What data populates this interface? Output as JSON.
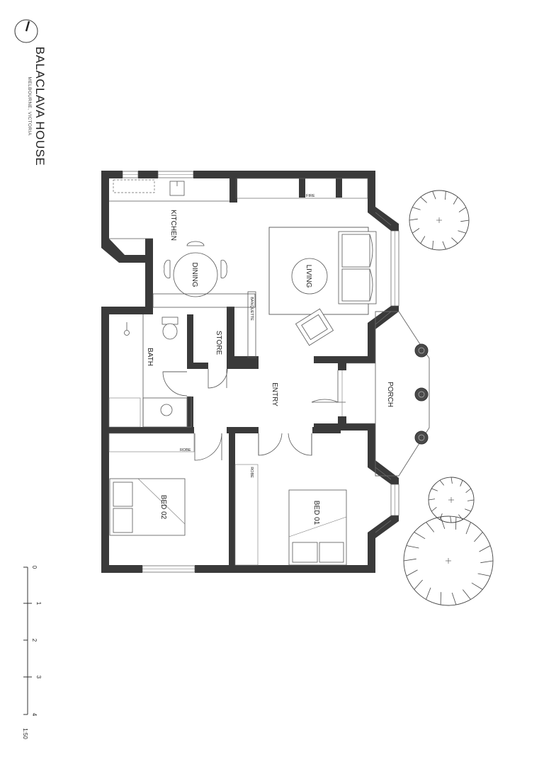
{
  "project": {
    "title": "BALACLAVA HOUSE",
    "location": "MELBOURNE, VICTORIA"
  },
  "rooms": {
    "kitchen": "KITCHEN",
    "dining": "DINING",
    "living": "LIVING",
    "fire": "FIRE",
    "banquette": "BANQUETTE",
    "bath": "BATH",
    "store": "STORE",
    "entry": "ENTRY",
    "porch": "PORCH",
    "robe_bed2": "ROBE",
    "robe_bed1": "ROBE",
    "bed02": "BED 02",
    "bed01": "BED 01"
  },
  "scale_bar": {
    "ticks": [
      "0",
      "1",
      "2",
      "3",
      "4"
    ],
    "ratio": "1:50"
  },
  "colors": {
    "wall": "#3a3a3a",
    "line": "#555555"
  }
}
